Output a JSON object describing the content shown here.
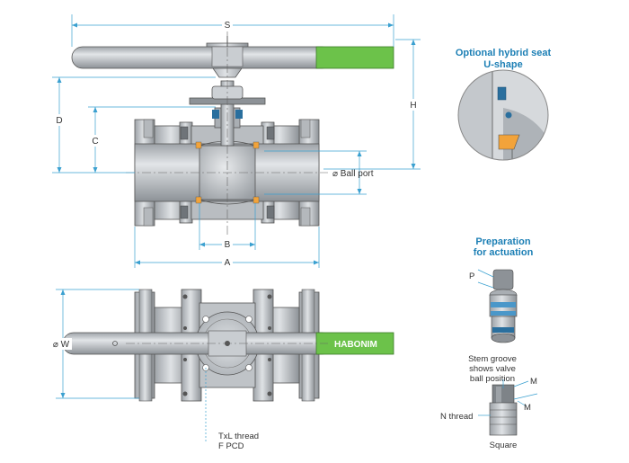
{
  "dimensions": {
    "s": "S",
    "d": "D",
    "c": "C",
    "h": "H",
    "b": "B",
    "a": "A",
    "w": "⌀ W",
    "ball_port": "⌀ Ball port"
  },
  "labels": {
    "thread_line1": "TxL thread",
    "thread_line2": "F PCD",
    "stem_line1": "Stem groove",
    "stem_line2": "shows valve",
    "stem_line3": "ball position",
    "n_thread": "N thread",
    "square": "Square",
    "p": "P",
    "m1": "M",
    "m2": "M"
  },
  "hybrid_seat": {
    "title_line1": "Optional hybrid seat",
    "title_line2": "U-shape"
  },
  "actuation": {
    "title_line1": "Preparation",
    "title_line2": "for actuation"
  },
  "brand": {
    "name": "HABONIM"
  },
  "colors": {
    "accent_green": "#6cc24a",
    "heading_blue": "#1c7fb5",
    "dimension_blue": "#3aa0d0",
    "steel": "#c4c8cc",
    "seat_orange": "#f2a33a"
  }
}
